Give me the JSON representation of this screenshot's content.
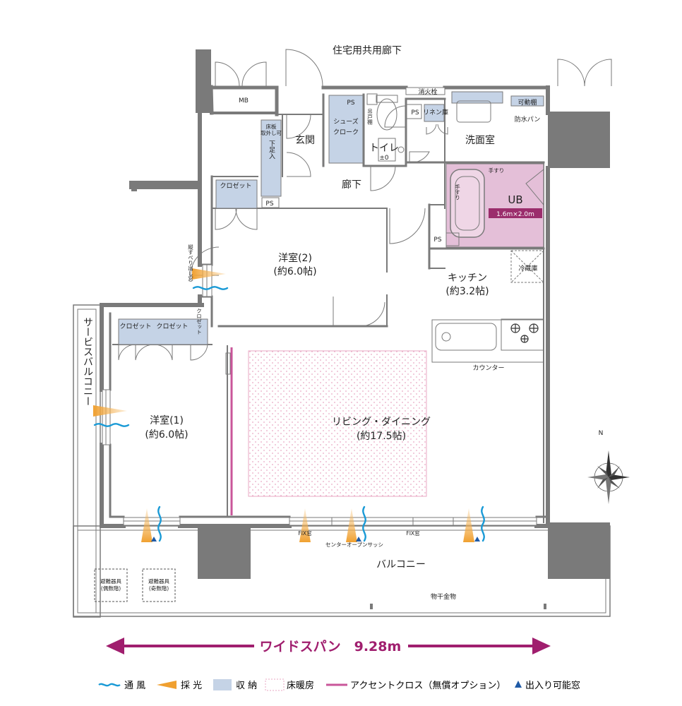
{
  "labels": {
    "corridor_common": "住宅用共用廊下",
    "mb": "MB",
    "ps": "PS",
    "hydrant": "消火栓",
    "shoe_closet_1": "シューズ",
    "shoe_closet_2": "クローク",
    "hanging_shelf": "吊戸棚",
    "toilet": "トイレ",
    "toilet_pm": "±0",
    "linen": "リネン庫",
    "movable_shelf": "可動棚",
    "waterproof_pan": "防水パン",
    "washroom": "洗面室",
    "floor_removable_1": "床板",
    "floor_removable_2": "取外し可",
    "entrance": "玄関",
    "shoe_rack": "下足入",
    "hallway": "廊下",
    "handrail": "手すり",
    "ub": "UB",
    "ub_size": "1.6m×2.0m",
    "closet": "クロゼット",
    "room2_name": "洋室(2)",
    "room2_size": "(約6.0帖)",
    "vertical_window": "縦すべり出し窓",
    "fridge": "冷蔵庫",
    "kitchen_name": "キッチン",
    "kitchen_size": "(約3.2帖)",
    "counter": "カウンター",
    "service_balcony": "サービスバルコニー",
    "room1_name": "洋室(1)",
    "room1_size": "(約6.0帖)",
    "living_name": "リビング・ダイニング",
    "living_size": "(約17.5帖)",
    "north": "N",
    "fix_window": "FIX窓",
    "center_sash": "センターオープンサッシ",
    "balcony": "バルコニー",
    "evac_even_1": "避難器具",
    "evac_even_2": "(偶数階)",
    "evac_odd_1": "避難器具",
    "evac_odd_2": "(奇数階)",
    "drying_rack": "物干金物",
    "wide_span": "ワイドスパン　9.28m"
  },
  "legend": [
    {
      "symbol": "wind",
      "label": "通 風"
    },
    {
      "symbol": "light",
      "label": "採 光"
    },
    {
      "symbol": "storage",
      "label": "収 納"
    },
    {
      "symbol": "floor-heating",
      "label": "床暖房"
    },
    {
      "symbol": "accent-cross",
      "label": "アクセントクロス（無償オプション）"
    },
    {
      "symbol": "access-window",
      "label": "出入り可能窓"
    }
  ],
  "colors": {
    "wall": "#7a7a7a",
    "storage": "#c5d3e6",
    "bath": "#e4bfd8",
    "floor_heating": "#e8a7c3",
    "accent": "#c9569a",
    "wind": "#1a9ad6",
    "light": "#f0a030",
    "span_arrow": "#a01e6e"
  }
}
